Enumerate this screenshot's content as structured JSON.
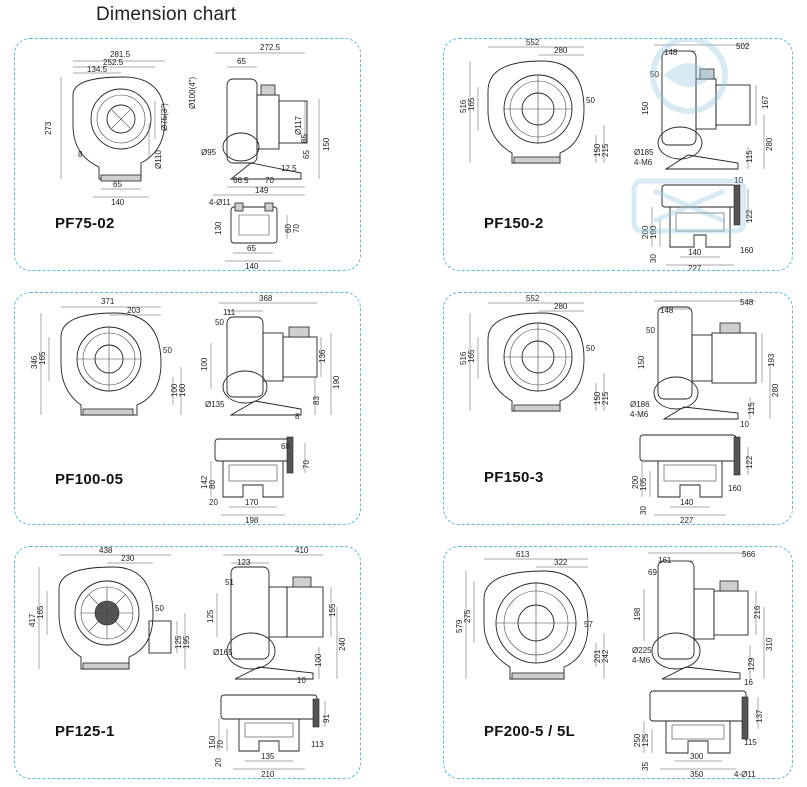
{
  "title": "Dimension chart",
  "panels": [
    {
      "model": "PF75-02",
      "dims": {
        "a": "281.5",
        "b": "252.5",
        "c": "134.5",
        "d": "272.5",
        "e": "273",
        "f": "65",
        "g": "140",
        "h": "Ø75(3\")",
        "i": "Ø110",
        "j": "8",
        "k": "Ø100(4\")",
        "l": "65",
        "m": "Ø117",
        "n": "85",
        "o": "150",
        "p": "Ø95",
        "q": "65",
        "r": "12.5",
        "s": "66.5",
        "t": "70",
        "u": "149",
        "v": "4-Ø11",
        "w": "130",
        "x": "60",
        "y": "70",
        "z": "65",
        "aa": "140"
      }
    },
    {
      "model": "PF150-2",
      "dims": {
        "a": "552",
        "b": "280",
        "c": "516",
        "d": "165",
        "e": "50",
        "f": "150",
        "g": "215",
        "h": "148",
        "i": "502",
        "j": "50",
        "k": "150",
        "l": "167",
        "m": "Ø185",
        "n": "4-M6",
        "o": "115",
        "p": "280",
        "q": "122",
        "r": "200",
        "s": "100",
        "t": "30",
        "u": "140",
        "v": "227",
        "w": "160",
        "x": "10"
      }
    },
    {
      "model": "PF100-05",
      "dims": {
        "a": "371",
        "b": "203",
        "c": "346",
        "d": "165",
        "e": "50",
        "f": "100",
        "g": "160",
        "h": "111",
        "i": "368",
        "j": "50",
        "k": "100",
        "l": "136",
        "m": "190",
        "n": "83",
        "o": "Ø135",
        "p": "8",
        "q": "68",
        "r": "70",
        "s": "142",
        "t": "80",
        "u": "20",
        "v": "170",
        "w": "198"
      }
    },
    {
      "model": "PF150-3",
      "dims": {
        "a": "552",
        "b": "280",
        "c": "516",
        "d": "165",
        "e": "50",
        "f": "150",
        "g": "215",
        "h": "148",
        "i": "548",
        "j": "50",
        "k": "150",
        "l": "193",
        "m": "Ø186",
        "n": "4-M6",
        "o": "115",
        "p": "280",
        "q": "122",
        "r": "200",
        "s": "105",
        "t": "30",
        "u": "140",
        "v": "227",
        "w": "160",
        "x": "10"
      }
    },
    {
      "model": "PF125-1",
      "dims": {
        "a": "438",
        "b": "230",
        "c": "417",
        "d": "165",
        "e": "50",
        "f": "125",
        "g": "195",
        "h": "123",
        "i": "410",
        "j": "51",
        "k": "125",
        "l": "155",
        "m": "Ø165",
        "n": "100",
        "o": "240",
        "p": "10",
        "q": "91",
        "r": "150",
        "s": "70",
        "t": "20",
        "u": "135",
        "v": "210",
        "w": "113"
      }
    },
    {
      "model": "PF200-5 / 5L",
      "dims": {
        "a": "613",
        "b": "322",
        "c": "579",
        "d": "275",
        "e": "57",
        "f": "201",
        "g": "242",
        "h": "161",
        "i": "566",
        "j": "69",
        "k": "198",
        "l": "216",
        "m": "Ø225",
        "n": "4-M6",
        "o": "129",
        "p": "310",
        "q": "16",
        "r": "137",
        "s": "115",
        "t": "250",
        "u": "125",
        "v": "35",
        "w": "300",
        "x": "350",
        "y": "4-Ø11"
      }
    }
  ]
}
